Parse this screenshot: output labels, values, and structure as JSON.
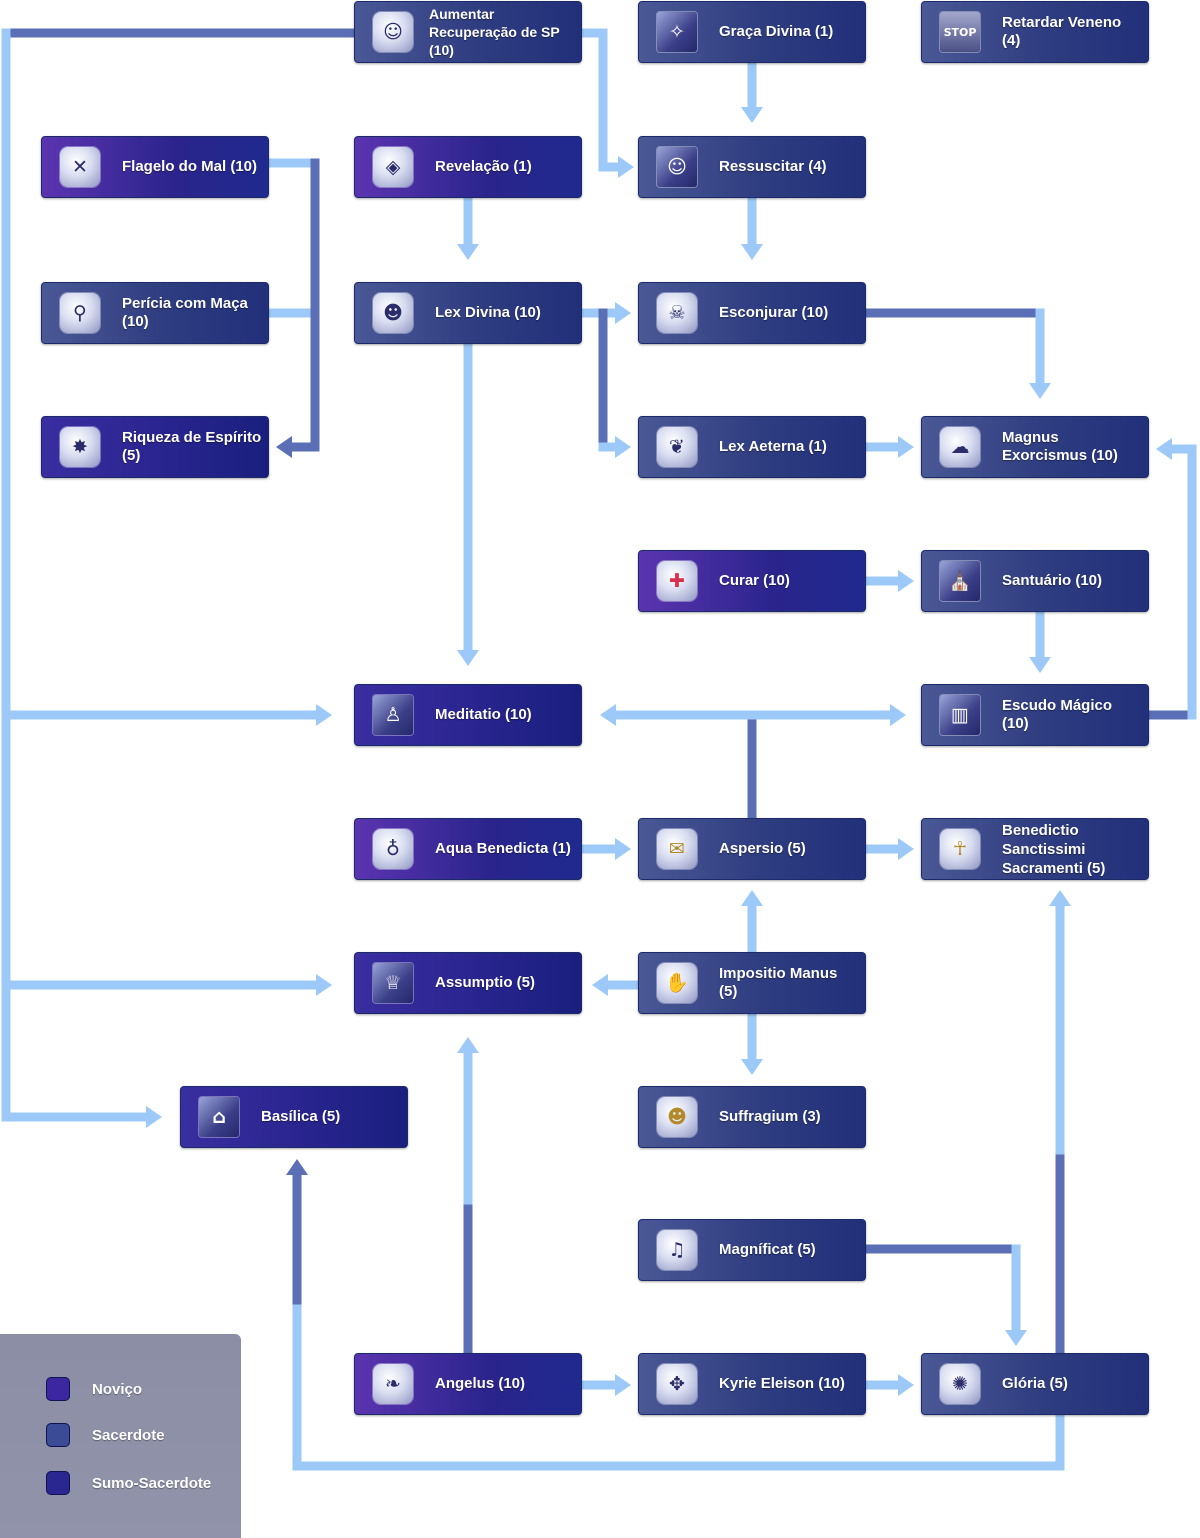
{
  "colors": {
    "arrow_light": "#9cc9f7",
    "arrow_dark": "#5a6fb6",
    "novice": "#4b2ea6",
    "priest": "#3f4d92",
    "high_priest": "#2c2796"
  },
  "nodes": {
    "increase_sp_recovery": {
      "label": "Aumentar\nRecuperação de SP\n(10)",
      "icon": "speech-face-icon"
    },
    "divine_grace": {
      "label": "Graça Divina (1)",
      "icon": "sparkle-figure-icon"
    },
    "slow_poison": {
      "label": "Retardar Veneno\n(4)",
      "icon": "stop-sign-icon",
      "icon_text": "STOP"
    },
    "divine_protection": {
      "label": "Flagelo do Mal (10)",
      "icon": "shield-cross-icon"
    },
    "revelation": {
      "label": "Revelação (1)",
      "icon": "crystal-orb-icon"
    },
    "resurrection": {
      "label": "Ressuscitar (4)",
      "icon": "angel-icon"
    },
    "mace_mastery": {
      "label": "Perícia com Maça\n(10)",
      "icon": "mace-icon"
    },
    "lex_divina": {
      "label": "Lex Divina (10)",
      "icon": "silence-icon"
    },
    "turn_undead": {
      "label": "Esconjurar (10)",
      "icon": "ghosts-icon"
    },
    "spirit_richness": {
      "label": "Riqueza de Espírito\n(5)",
      "icon": "star-burst-icon"
    },
    "lex_aeterna": {
      "label": "Lex Aeterna (1)",
      "icon": "book-icon"
    },
    "magnus_exorcismus": {
      "label": "Magnus\nExorcismus (10)",
      "icon": "cloud-icon"
    },
    "heal": {
      "label": "Curar (10)",
      "icon": "heart-cross-icon"
    },
    "sanctuary": {
      "label": "Santuário (10)",
      "icon": "sanctuary-icon"
    },
    "meditatio": {
      "label": "Meditatio (10)",
      "icon": "meditation-icon"
    },
    "magic_shield": {
      "label": "Escudo Mágico\n(10)",
      "icon": "barrier-icon"
    },
    "aqua_benedicta": {
      "label": "Aqua Benedicta (1)",
      "icon": "holy-water-icon"
    },
    "aspersio": {
      "label": "Aspersio (5)",
      "icon": "scroll-icon"
    },
    "benedictio": {
      "label": "Benedictio\nSanctissimi\nSacramenti (5)",
      "icon": "blessing-icon"
    },
    "assumptio": {
      "label": "Assumptio (5)",
      "icon": "assumptio-icon"
    },
    "impositio_manus": {
      "label": "Impositio Manus\n(5)",
      "icon": "hand-icon"
    },
    "basilica": {
      "label": "Basílica (5)",
      "icon": "temple-icon"
    },
    "suffragium": {
      "label": "Suffragium (3)",
      "icon": "prayer-icon"
    },
    "magnificat": {
      "label": "Magníficat (5)",
      "icon": "choir-icon"
    },
    "angelus": {
      "label": "Angelus (10)",
      "icon": "feather-icon"
    },
    "kyrie_eleison": {
      "label": "Kyrie Eleison (10)",
      "icon": "kyrie-icon"
    },
    "gloria": {
      "label": "Glória (5)",
      "icon": "gloria-icon"
    }
  },
  "legend": {
    "items": [
      {
        "label": "Noviço",
        "color": "#3d27a0"
      },
      {
        "label": "Sacerdote",
        "color": "#3b4b96"
      },
      {
        "label": "Sumo-Sacerdote",
        "color": "#2a2890"
      }
    ]
  }
}
